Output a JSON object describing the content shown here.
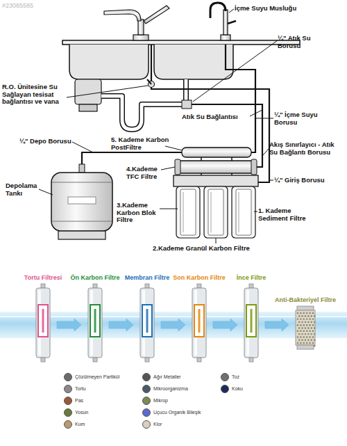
{
  "diagram": {
    "nodes": [
      {
        "text": [
          "Tortu Filtresi"
        ]
      },
      {
        "text": [
          "Ön Karbon Filtre"
        ]
      },
      {
        "text": [
          "Membran Filtre"
        ]
      },
      {
        "text": [
          "Son Karbon Filtre"
        ]
      },
      {
        "text": [
          "İnce Filtre"
        ]
      },
      {
        "text": [
          "Anti-Bakteriyel Filtre"
        ]
      }
    ],
    "edges": [
      {
        "from": 0,
        "to": 1,
        "arrow": "to"
      },
      {
        "from": 1,
        "to": 2,
        "arrow": "to"
      },
      {
        "from": 2,
        "to": 3,
        "arrow": "to"
      },
      {
        "from": 3,
        "to": 4,
        "arrow": "to"
      },
      {
        "from": 4,
        "to": 5,
        "arrow": "to"
      }
    ],
    "labels": [
      "#23085585",
      "İçme Suyu Musluğu",
      "¼\" Atık Su Borusu",
      "R.O. Ünitesine Su Sağlayan tesisat bağlantısı ve vana",
      "Atık Su Bağlantısı",
      "¼\" İçme Suyu Borusu",
      "¼\" Depo Borusu",
      "5. Kademe Karbon PostFiltre",
      "Akış Sınırlayıcı - Atık Su Bağlantı Borusu",
      "4.Kademe TFC Filtre",
      "¼\" Giriş Borusu",
      "Depolama Tankı",
      "3.Kademe Karbon Blok Filtre",
      "1. Kademe Sediment Filtre",
      "2.Kademe Granül Karbon Filtre"
    ],
    "legend": [
      {
        "text": "Çözülmeyen Partikül",
        "color": "#6b6b6b"
      },
      {
        "text": "Tortu",
        "color": "#8a8a8a"
      },
      {
        "text": "Pas",
        "color": "#9a5a3a"
      },
      {
        "text": "Yosun",
        "color": "#6a7a3a"
      },
      {
        "text": "Kum",
        "color": "#b89a70"
      },
      {
        "text": "Ağır Metaller",
        "color": "#555555"
      },
      {
        "text": "Mikroorganizma",
        "color": "#4a5a6a"
      },
      {
        "text": "Mikrop",
        "color": "#7a8a5a"
      },
      {
        "text": "Uçucu Organik Bileşik",
        "color": "#5a6ad0"
      },
      {
        "text": "Klor",
        "color": "#d8d0c0"
      },
      {
        "text": "Toz",
        "color": "#707070"
      },
      {
        "text": "Koku",
        "color": "#1a2a5a"
      }
    ]
  }
}
